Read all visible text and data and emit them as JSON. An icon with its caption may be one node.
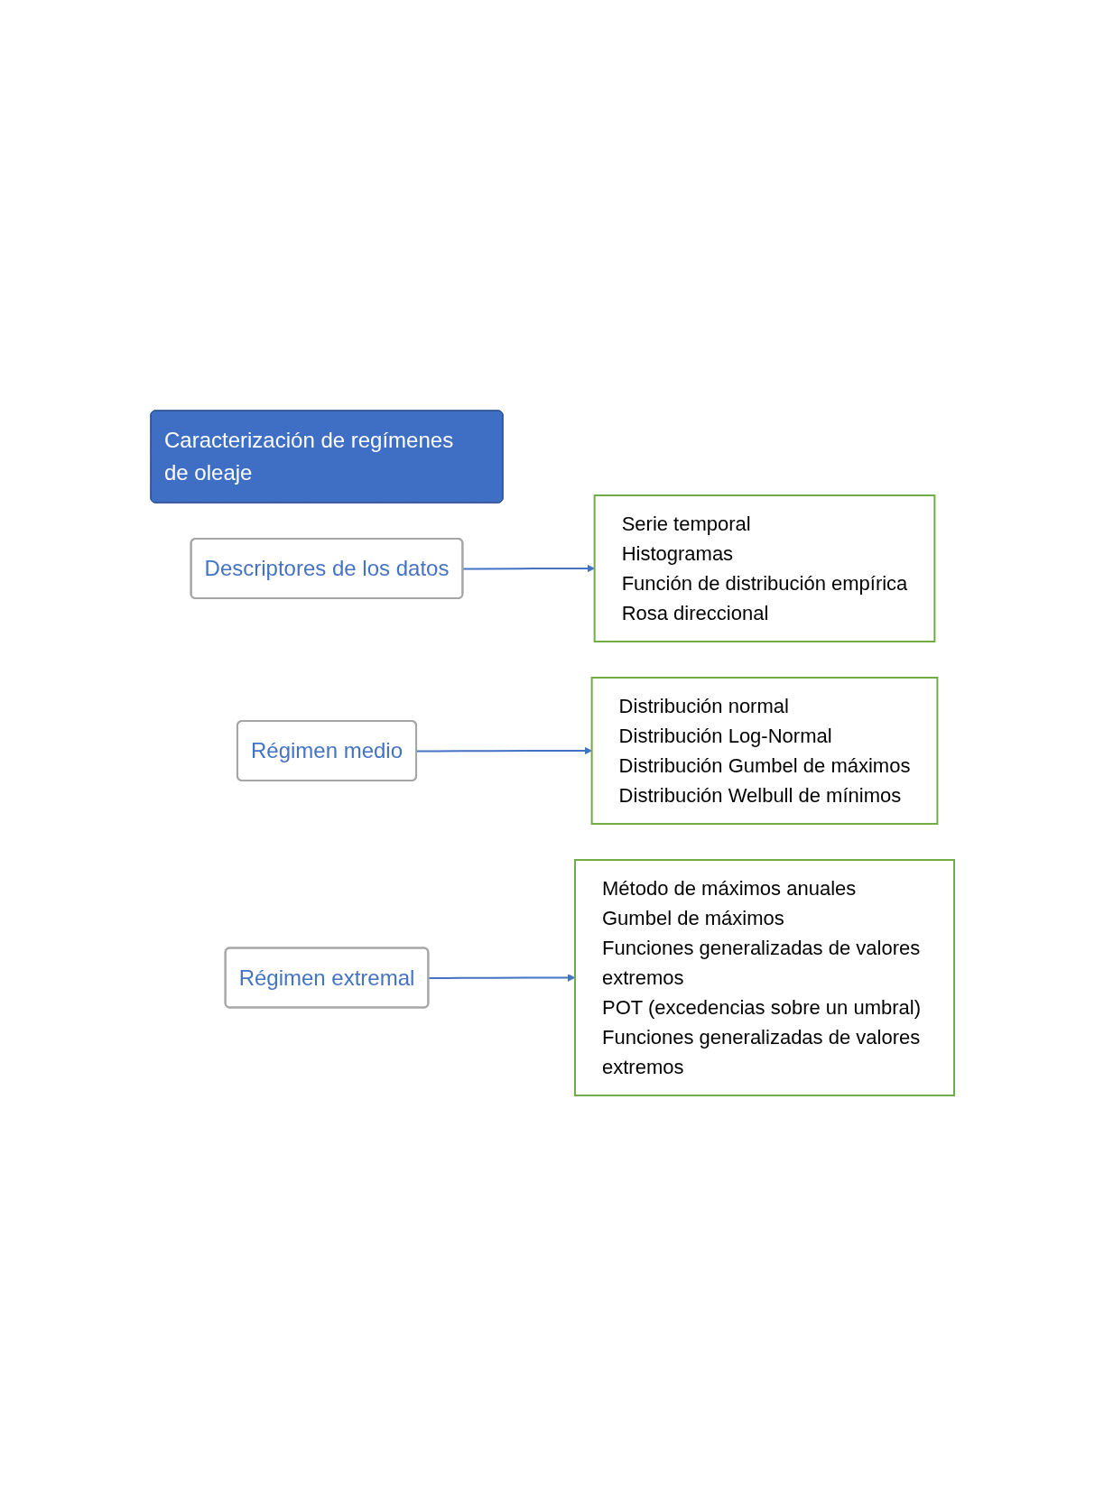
{
  "diagram": {
    "nodes": [
      {
        "text": [
          "Caracterización de regímenes de oleaje"
        ]
      },
      {
        "text": [
          "Descriptores de los datos"
        ]
      },
      {
        "text": [
          "Serie temporal",
          "Histogramas",
          "Función de distribución empírica",
          "Rosa direccional"
        ]
      },
      {
        "text": [
          "Régimen medio"
        ]
      },
      {
        "text": [
          "Distribución normal",
          "Distribución Log-Normal",
          "Distribución Gumbel de máximos",
          "Distribución Welbull de mínimos"
        ]
      },
      {
        "text": [
          "Régimen extremal"
        ]
      },
      {
        "text": [
          "Método de máximos anuales",
          "Gumbel de máximos",
          "Funciones generalizadas de valores extremos",
          "POT (excedencias sobre un umbral)",
          "Funciones generalizadas de valores extremos"
        ]
      }
    ],
    "edges": [
      {
        "from": 1,
        "to": 2,
        "arrow": "to"
      },
      {
        "from": 3,
        "to": 4,
        "arrow": "to"
      },
      {
        "from": 5,
        "to": 6,
        "arrow": "to"
      }
    ]
  }
}
